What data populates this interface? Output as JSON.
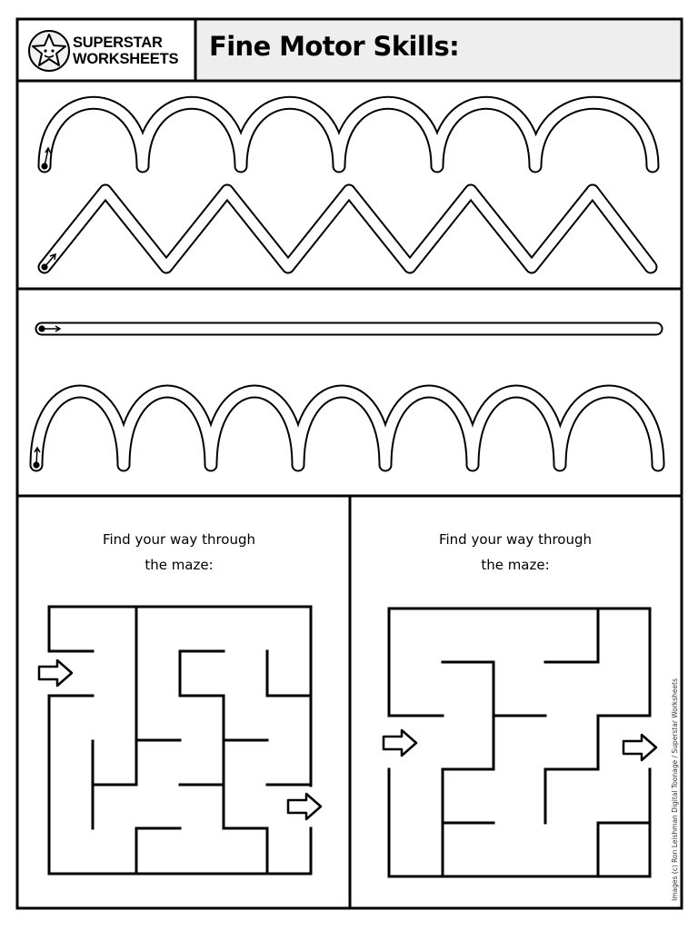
{
  "header": {
    "logo": {
      "line1": "SUPERSTAR",
      "line2": "WORKSHEETS",
      "icon": "star-face-icon"
    },
    "title": "Fine Motor Skills:"
  },
  "tracing": {
    "rows": [
      {
        "pattern": "arches",
        "count": 6,
        "start_arrow": "up"
      },
      {
        "pattern": "zigzag",
        "peaks": 5,
        "start_arrow": "up-right"
      },
      {
        "pattern": "straight-line",
        "start_arrow": "right"
      },
      {
        "pattern": "arches",
        "count": 7,
        "start_arrow": "up"
      }
    ]
  },
  "mazes": [
    {
      "prompt_line1": "Find your way through",
      "prompt_line2": "the maze:"
    },
    {
      "prompt_line1": "Find your way through",
      "prompt_line2": "the maze:"
    }
  ],
  "footer": {
    "copyright": "Images (c) Ron Leishman Digital Toonage / Superstar Worksheets"
  },
  "colors": {
    "ink": "#000000",
    "header_fill": "#eeeeee",
    "paper": "#ffffff"
  }
}
